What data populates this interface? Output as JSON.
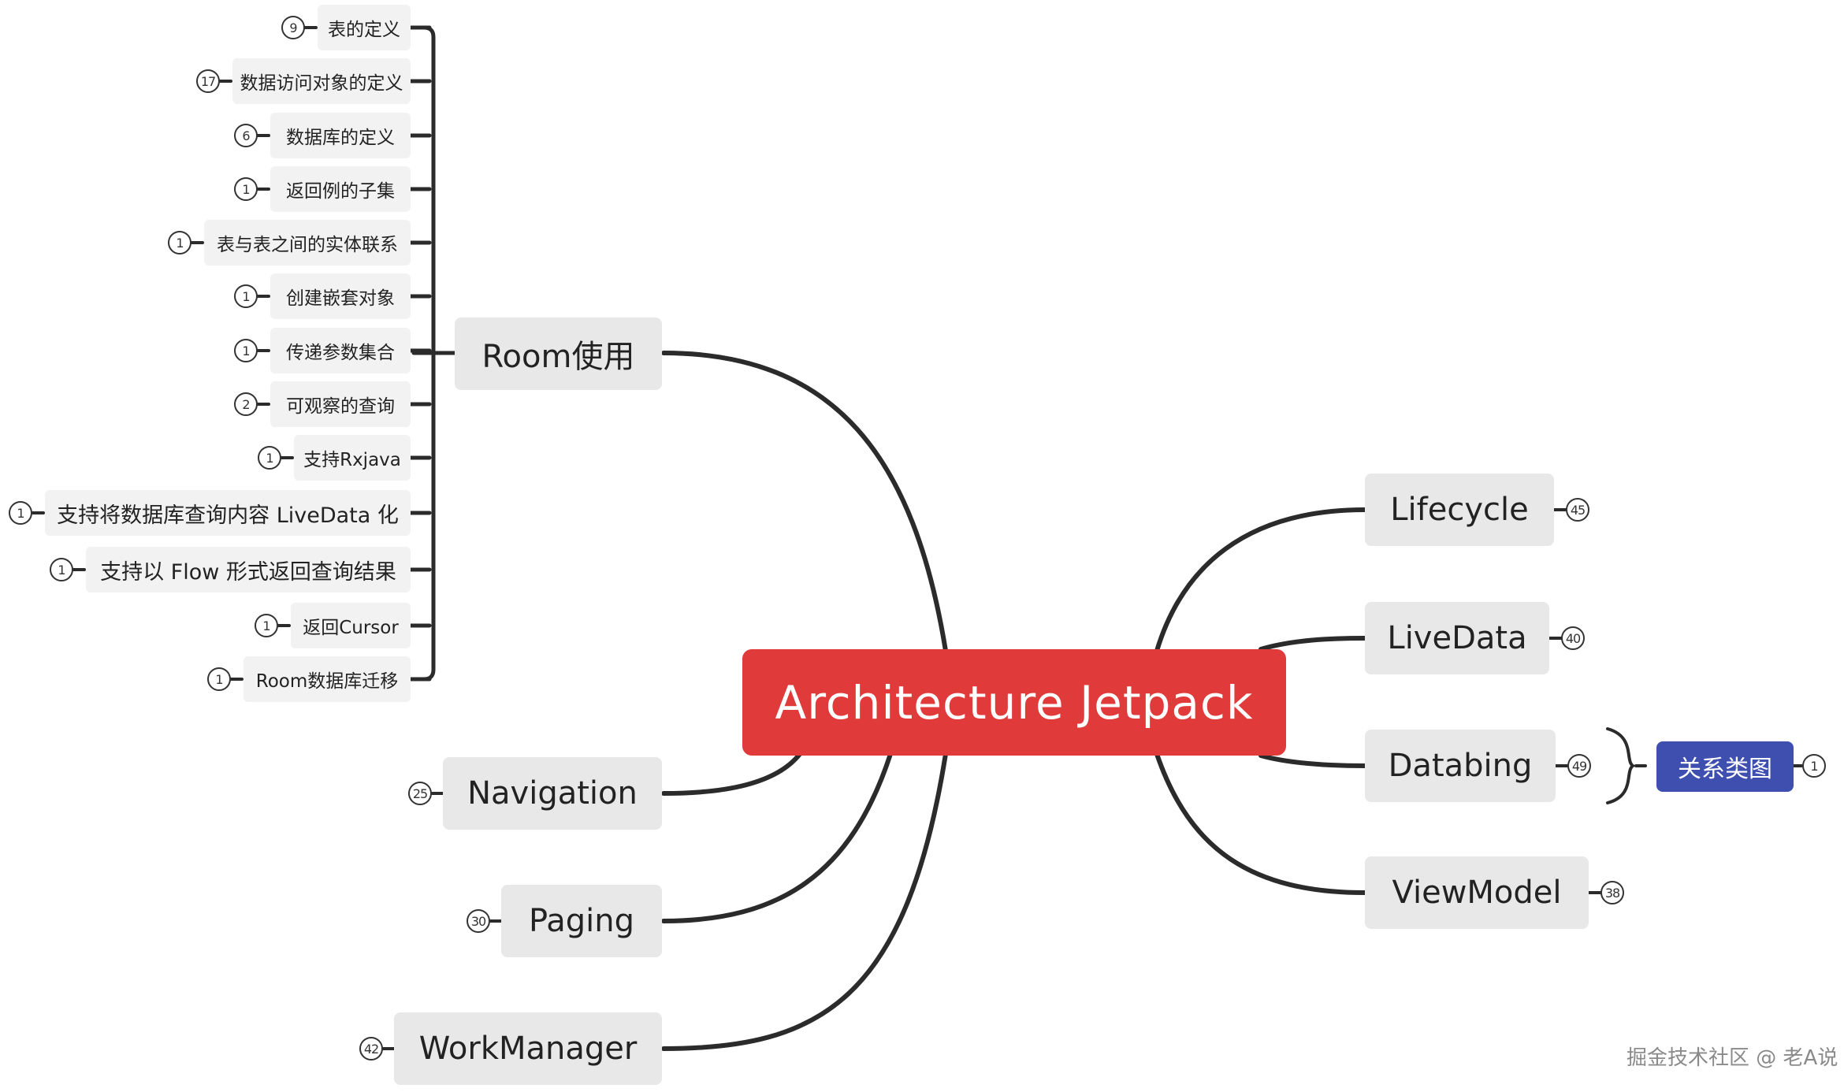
{
  "root": {
    "label": "Architecture Jetpack"
  },
  "left_branches": [
    {
      "id": "room",
      "label": "Room使用"
    },
    {
      "id": "navigation",
      "label": "Navigation",
      "count": "25"
    },
    {
      "id": "paging",
      "label": "Paging",
      "count": "30"
    },
    {
      "id": "workmanager",
      "label": "WorkManager",
      "count": "42"
    }
  ],
  "right_branches": [
    {
      "id": "lifecycle",
      "label": "Lifecycle",
      "count": "45"
    },
    {
      "id": "livedata",
      "label": "LiveData",
      "count": "40"
    },
    {
      "id": "databing",
      "label": "Databing",
      "count": "49"
    },
    {
      "id": "viewmodel",
      "label": "ViewModel",
      "count": "38"
    }
  ],
  "room_children": [
    {
      "label": "表的定义",
      "count": "9"
    },
    {
      "label": "数据访问对象的定义",
      "count": "17"
    },
    {
      "label": "数据库的定义",
      "count": "6"
    },
    {
      "label": "返回例的子集",
      "count": "1"
    },
    {
      "label": "表与表之间的实体联系",
      "count": "1"
    },
    {
      "label": "创建嵌套对象",
      "count": "1"
    },
    {
      "label": "传递参数集合",
      "count": "1"
    },
    {
      "label": "可观察的查询",
      "count": "2"
    },
    {
      "label": "支持Rxjava",
      "count": "1"
    },
    {
      "label": "支持将数据库查询内容 LiveData 化",
      "count": "1"
    },
    {
      "label": "支持以 Flow 形式返回查询结果",
      "count": "1"
    },
    {
      "label": "返回Cursor",
      "count": "1"
    },
    {
      "label": "Room数据库迁移",
      "count": "1"
    }
  ],
  "relation_tag": {
    "label": "关系类图",
    "count": "1"
  },
  "watermark": "掘金技术社区 @ 老A说"
}
